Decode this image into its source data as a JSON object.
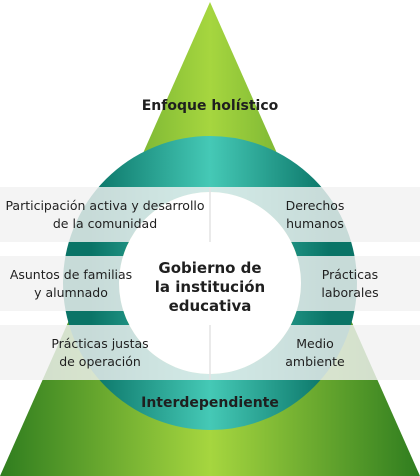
{
  "top_label": "Enfoque holístico",
  "bottom_label": "Interdependiente",
  "center_label": [
    "Gobierno de",
    "la institución",
    "educativa"
  ],
  "left_items": [
    [
      "Participación activa y desarrollo",
      "de la comunidad"
    ],
    [
      "Asuntos de familias",
      "y alumnado"
    ],
    [
      "Prácticas justas",
      "de operación"
    ]
  ],
  "right_items": [
    [
      "Derechos",
      "humanos"
    ],
    [
      "Prácticas",
      "laborales"
    ],
    [
      "Medio",
      "ambiente"
    ]
  ],
  "colors": {
    "triangle_light": "#9ccc3a",
    "triangle_dark": "#2f7d1f",
    "ring_light": "#3ec2b0",
    "ring_dark": "#0a7467",
    "band": "#f2f2f2"
  }
}
